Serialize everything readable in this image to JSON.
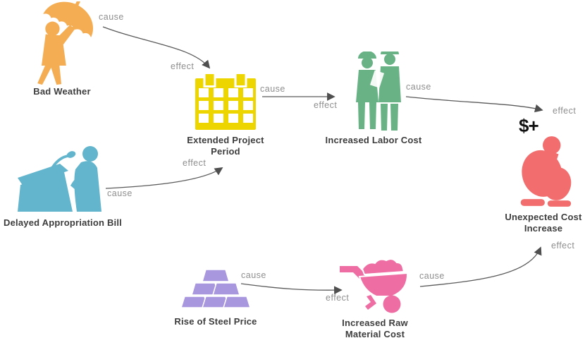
{
  "diagram": {
    "nodes": [
      {
        "id": "bad-weather",
        "label": "Bad Weather",
        "icon": "umbrella-person-icon",
        "color": "#F5AD53"
      },
      {
        "id": "extended-project-period",
        "label": "Extended Project Period",
        "icon": "calendar-icon",
        "color": "#EDD500"
      },
      {
        "id": "increased-labor-cost",
        "label": "Increased Labor Cost",
        "icon": "construction-workers-icon",
        "color": "#68B286"
      },
      {
        "id": "unexpected-cost-increase",
        "label": "Unexpected Cost Increase",
        "icon": "crouching-person-icon",
        "badge": "$+",
        "color": "#F26D6D"
      },
      {
        "id": "delayed-appropriation-bill",
        "label": "Delayed Appropriation Bill",
        "icon": "podium-speaker-icon",
        "color": "#62B5CC"
      },
      {
        "id": "rise-of-steel-price",
        "label": "Rise of Steel Price",
        "icon": "steel-ingots-icon",
        "color": "#A896DF"
      },
      {
        "id": "increased-raw-material-cost",
        "label": "Increased Raw Material Cost",
        "icon": "wheelbarrow-icon",
        "color": "#EE6EA3"
      }
    ],
    "edges": [
      {
        "from": "bad-weather",
        "to": "extended-project-period",
        "cause_label": "cause",
        "effect_label": "effect"
      },
      {
        "from": "delayed-appropriation-bill",
        "to": "extended-project-period",
        "cause_label": "cause",
        "effect_label": "effect"
      },
      {
        "from": "extended-project-period",
        "to": "increased-labor-cost",
        "cause_label": "cause",
        "effect_label": "effect"
      },
      {
        "from": "increased-labor-cost",
        "to": "unexpected-cost-increase",
        "cause_label": "cause",
        "effect_label": "effect"
      },
      {
        "from": "rise-of-steel-price",
        "to": "increased-raw-material-cost",
        "cause_label": "cause",
        "effect_label": "effect"
      },
      {
        "from": "increased-raw-material-cost",
        "to": "unexpected-cost-increase",
        "cause_label": "cause",
        "effect_label": "effect"
      }
    ],
    "arrow_color": "#4f4f4f",
    "edge_label_color": "#8f8f8f",
    "node_label_color": "#3d3d3d"
  }
}
